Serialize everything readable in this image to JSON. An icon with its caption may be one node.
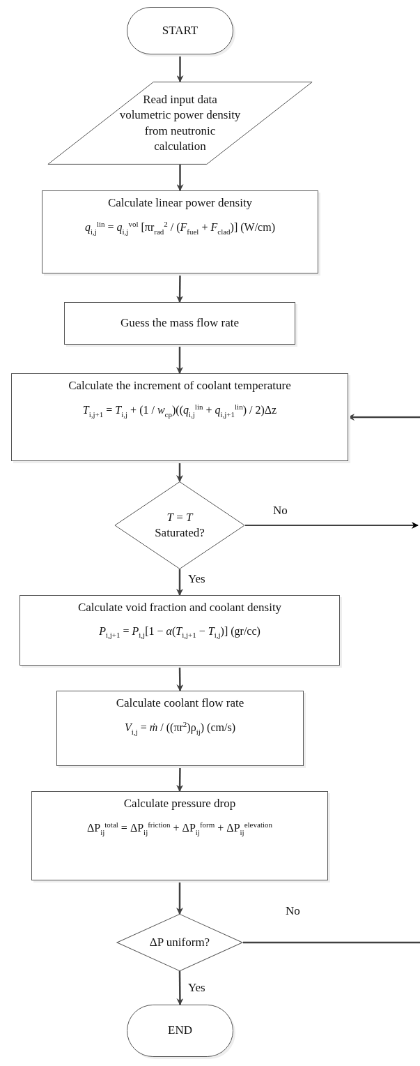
{
  "diagram": {
    "nodes": [
      {
        "text": [
          "START"
        ]
      },
      {
        "text": [
          "Read input data volumetric power density from neutronic calculation"
        ]
      },
      {
        "text": [
          "Calculate linear power density",
          "*q*$_{i,j}$$^{lin}$ = *q*$_{i,j}$$^{vol}$ [πr$_{rad}$$^{2}$ / (*F*$_{fuel}$ + *F*$_{clad}$)] (W/cm)"
        ]
      },
      {
        "text": [
          "Guess the mass flow rate"
        ]
      },
      {
        "text": [
          "Calculate the increment of coolant temperature",
          "*T*$_{i,j+1}$ = *T*$_{i,j}$ + (1 / *w*$_{cp}$)((*q*$_{i,j}$$^{lin}$ + *q*$_{i,j+1}$$^{lin}$) / 2)Δz"
        ]
      },
      {
        "text": [
          "*T* = *T* Saturated?"
        ]
      },
      {
        "text": [
          "Calculate void fraction and coolant density",
          "*P*$_{i,j+1}$ = *P*$_{i,j}$[1 − *α*(*T*$_{i,j+1}$ − *T*$_{i,j}$)] (gr/cc)"
        ]
      },
      {
        "text": [
          "Calculate coolant flow rate",
          "*V*$_{i,j}$ = *ṁ* / ((πr$^{2}$)ρ$_{ij}$) (cm/s)"
        ]
      },
      {
        "text": [
          "Calculate pressure drop",
          "ΔP$_{ij}$$^{total}$ = ΔP$_{ij}$$^{friction}$ + ΔP$_{ij}$$^{form}$ + ΔP$_{ij}$$^{elevation}$"
        ]
      },
      {
        "text": [
          "ΔP uniform?"
        ]
      },
      {
        "text": [
          "END"
        ]
      }
    ],
    "edges": [
      {
        "from": 0,
        "to": 1,
        "arrow": "to"
      },
      {
        "from": 1,
        "to": 2,
        "arrow": "to"
      },
      {
        "from": 2,
        "to": 3,
        "arrow": "to"
      },
      {
        "from": 3,
        "to": 4,
        "arrow": "to"
      },
      {
        "from": 4,
        "to": 5,
        "arrow": "to"
      },
      {
        "from": 5,
        "to": 6,
        "arrow": "to",
        "label": "Yes"
      },
      {
        "from": 6,
        "to": 7,
        "arrow": "to"
      },
      {
        "from": 7,
        "to": 8,
        "arrow": "to"
      },
      {
        "from": 8,
        "to": 9,
        "arrow": "to"
      },
      {
        "from": 9,
        "to": 10,
        "arrow": "to",
        "label": "Yes"
      },
      {
        "from": 5,
        "to": null,
        "arrow": "to",
        "label": "No",
        "color": "#000000"
      },
      {
        "from": null,
        "to": 4,
        "arrow": "to"
      },
      {
        "from": 9,
        "to": null,
        "arrow": "none",
        "label": "No"
      }
    ]
  }
}
